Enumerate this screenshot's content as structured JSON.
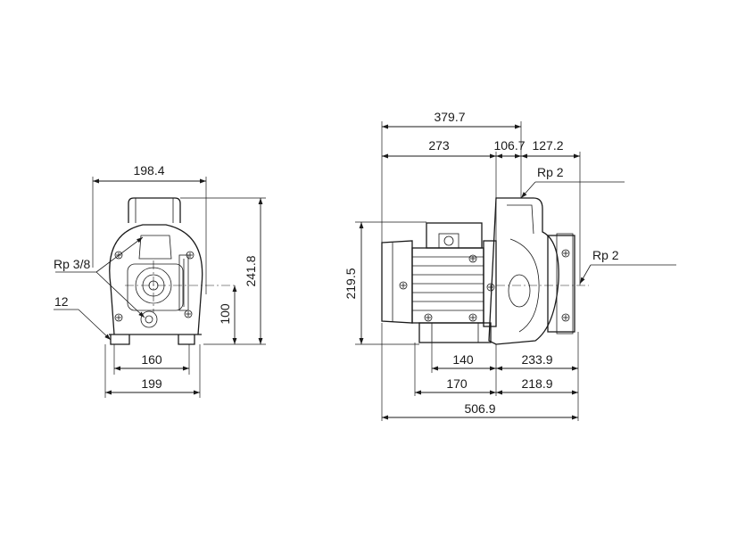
{
  "front_view": {
    "width_top": "198.4",
    "height_total": "241.8",
    "shaft_height": "100",
    "foot_inner": "160",
    "foot_outer": "199",
    "label_rp38": "Rp 3/8",
    "label_12": "12"
  },
  "side_view": {
    "overall_top": "379.7",
    "motor_len": "273",
    "mid_len": "106.7",
    "pump_len": "127.2",
    "inlet_label": "Rp 2",
    "outlet_label": "Rp 2",
    "height": "219.5",
    "foot_left": "140",
    "foot_right": "233.9",
    "base_left": "170",
    "base_right": "218.9",
    "overall_bottom": "506.9"
  }
}
